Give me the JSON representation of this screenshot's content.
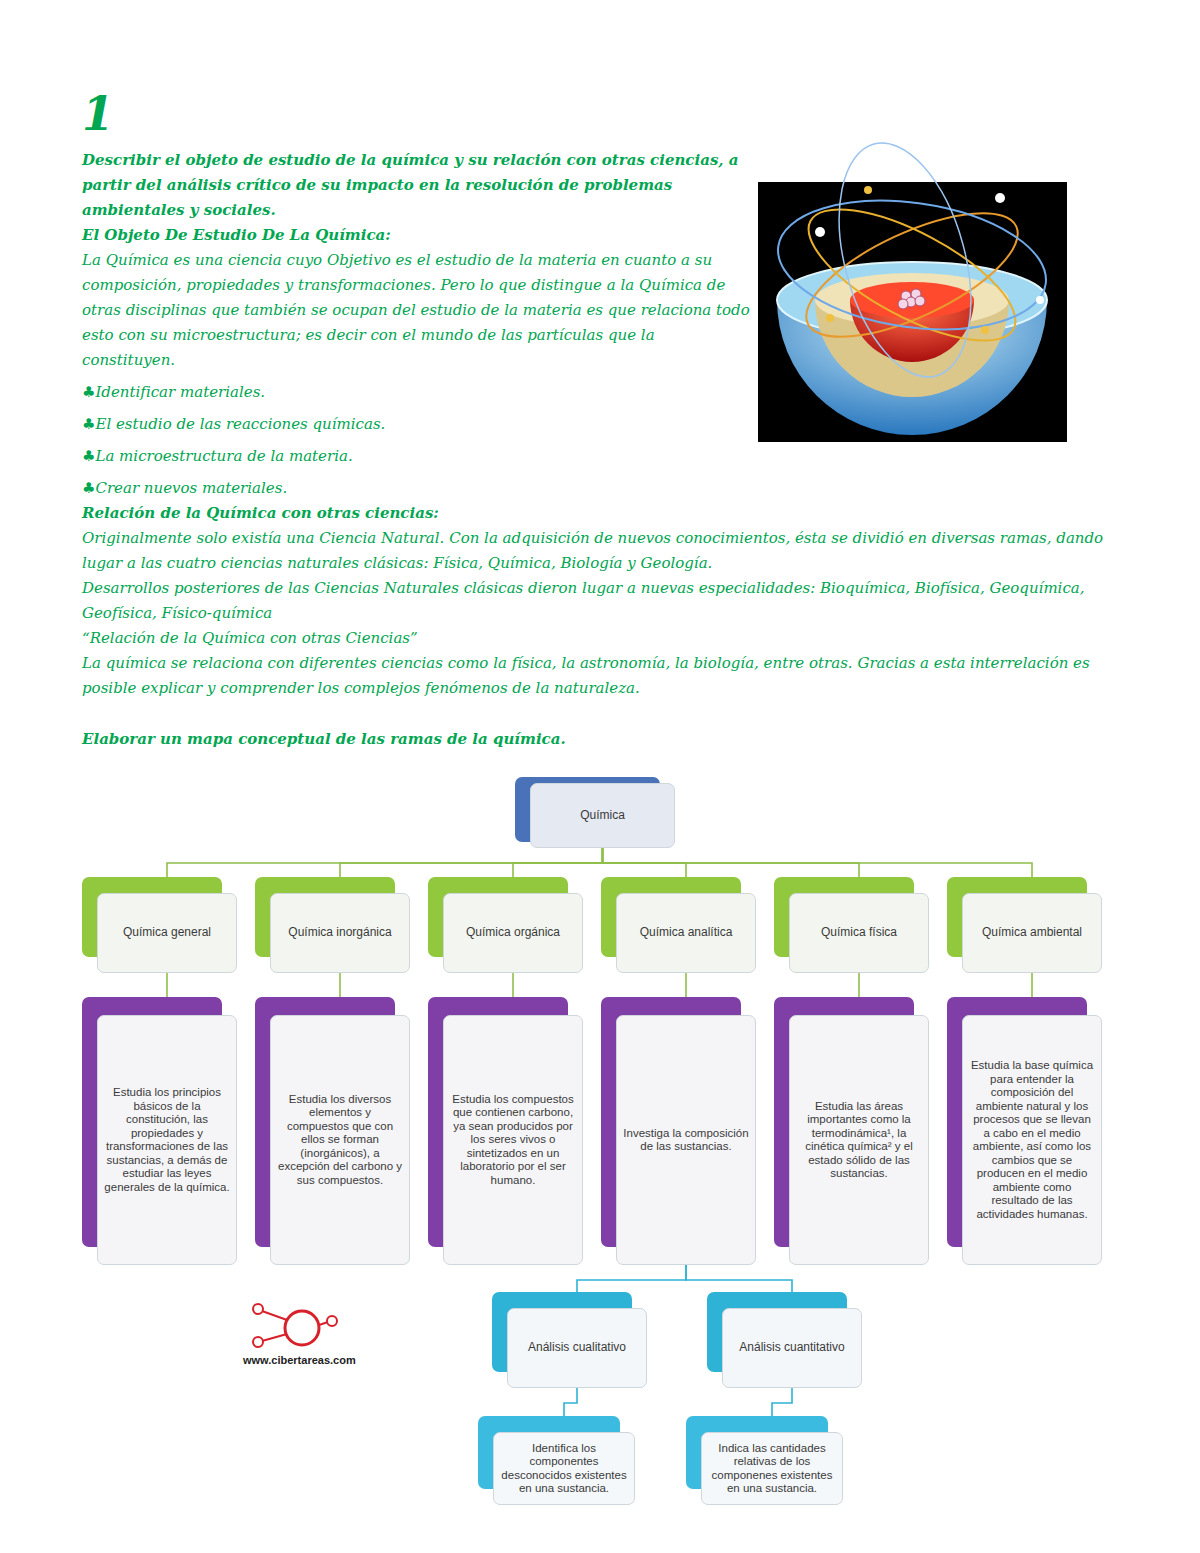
{
  "diagram": {
    "title": "1",
    "nodes": [
      {
        "text": [
          "Química"
        ]
      },
      {
        "text": [
          "Química general"
        ]
      },
      {
        "text": [
          "Química inorgánica"
        ]
      },
      {
        "text": [
          "Química orgánica"
        ]
      },
      {
        "text": [
          "Química analítica"
        ]
      },
      {
        "text": [
          "Química física"
        ]
      },
      {
        "text": [
          "Química ambiental"
        ]
      },
      {
        "text": [
          "Estudia los principios básicos de la constitución, las propiedades y transformaciones de las sustancias, a demás de estudiar las leyes generales de la química."
        ]
      },
      {
        "text": [
          "Estudia los diversos elementos y compuestos que con ellos se forman (inorgánicos), a excepción del carbono y sus compuestos."
        ]
      },
      {
        "text": [
          "Estudia los compuestos que contienen carbono, ya sean producidos por los seres vivos o sintetizados en un laboratorio por el ser humano."
        ]
      },
      {
        "text": [
          "Investiga la composición de las sustancias."
        ]
      },
      {
        "text": [
          "Estudia las áreas importantes como la termodinámica¹, la cinética química² y el estado sólido de las sustancias."
        ]
      },
      {
        "text": [
          "Estudia la base química para entender la composición del ambiente natural y los procesos que se llevan a cabo en el medio ambiente, así como los cambios que se producen en el medio ambiente como resultado de las actividades humanas."
        ]
      },
      {
        "text": [
          "Análisis cualitativo"
        ]
      },
      {
        "text": [
          "Análisis cuantitativo"
        ]
      },
      {
        "text": [
          "Identifica los componentes desconocidos existentes en una sustancia."
        ]
      },
      {
        "text": [
          "Indica las cantidades relativas de los componenes existentes en una sustancia."
        ]
      }
    ],
    "edges": [
      {
        "from": 0,
        "to": 1,
        "arrow": "none"
      },
      {
        "from": 0,
        "to": 2,
        "arrow": "none"
      },
      {
        "from": 0,
        "to": 3,
        "arrow": "none"
      },
      {
        "from": 0,
        "to": 4,
        "arrow": "none"
      },
      {
        "from": 0,
        "to": 5,
        "arrow": "none"
      },
      {
        "from": 0,
        "to": 6,
        "arrow": "none"
      },
      {
        "from": 1,
        "to": 7,
        "arrow": "none"
      },
      {
        "from": 2,
        "to": 8,
        "arrow": "none"
      },
      {
        "from": 3,
        "to": 9,
        "arrow": "none"
      },
      {
        "from": 4,
        "to": 10,
        "arrow": "none"
      },
      {
        "from": 5,
        "to": 11,
        "arrow": "none"
      },
      {
        "from": 6,
        "to": 12,
        "arrow": "none"
      },
      {
        "from": 10,
        "to": 13,
        "arrow": "none"
      },
      {
        "from": 10,
        "to": 14,
        "arrow": "none"
      },
      {
        "from": 13,
        "to": 15,
        "arrow": "none"
      },
      {
        "from": 14,
        "to": 16,
        "arrow": "none"
      }
    ],
    "labels": [
      "Describir el objeto de estudio de la química y su relación con otras ciencias, a partir del análisis crítico de su impacto en la resolución de problemas ambientales y sociales.",
      "El Objeto De Estudio De La Química:",
      "La Química es una ciencia cuyo Objetivo es el estudio de la materia en cuanto a su composición, propiedades y transformaciones. Pero lo que distingue a la Química de otras disciplinas que también se ocupan del estudio de la materia es que relaciona todo esto con su microestructura; es decir con el mundo de las partículas que la constituyen.",
      "♣Identificar materiales.",
      "♣El estudio de las reacciones químicas.",
      "♣La microestructura de la materia.",
      "♣Crear nuevos materiales.",
      "Relación de la Química con otras ciencias:",
      "Originalmente solo existía una Ciencia Natural. Con la adquisición de nuevos conocimientos, ésta se dividió en diversas ramas, dando lugar a las cuatro ciencias naturales clásicas: Física, Química, Biología y Geología.",
      "Desarrollos posteriores de las Ciencias Naturales clásicas dieron lugar a nuevas especialidades: Bioquímica, Biofísica, Geoquímica, Geofísica, Físico-química",
      "“Relación de la Química con otras Ciencias”",
      "La química se relaciona con diferentes ciencias como la física, la astronomía, la biología, entre otras. Gracias a esta interrelación es posible explicar y comprender los complejos fenómenos de la naturaleza.",
      "Elaborar un mapa conceptual de las ramas de la química.",
      "www.cibertareas.com"
    ]
  }
}
